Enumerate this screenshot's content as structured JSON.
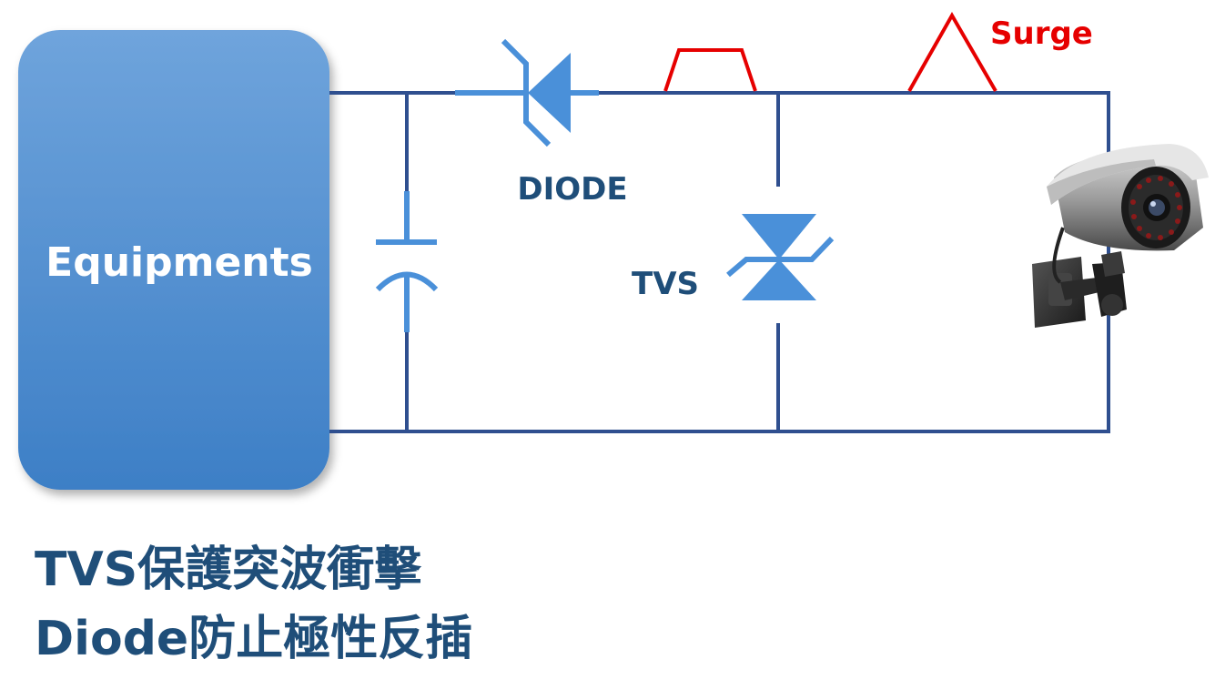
{
  "equipment_label": "Equipments",
  "diode_label": "DIODE",
  "tvs_label": "TVS",
  "surge_label": "Surge",
  "caption": {
    "line1": "TVS保護突波衝擊",
    "line2": "Diode防止極性反插"
  },
  "colors": {
    "wire": "#2f4f8f",
    "component": "#4a90d9",
    "surge": "#e60000",
    "box_top": "#6fa4dc",
    "box_bottom": "#3d7fc6",
    "caption": "#1f4e79"
  },
  "icons": {
    "camera": "security-camera-icon"
  }
}
